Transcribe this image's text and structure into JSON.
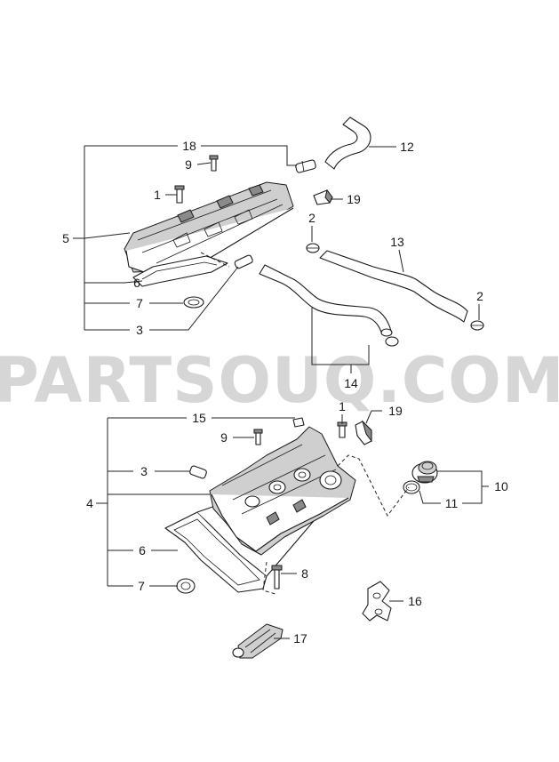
{
  "watermark": "PARTSOUQ.COM",
  "callouts": {
    "c1_top": "1",
    "c2_top": "2",
    "c2_right": "2",
    "c3_top": "3",
    "c5": "5",
    "c6_top": "6",
    "c7_top": "7",
    "c9_top": "9",
    "c12": "12",
    "c13": "13",
    "c14": "14",
    "c18": "18",
    "c19_top": "19",
    "c1_bottom": "1",
    "c3_bottom": "3",
    "c4": "4",
    "c6_bottom": "6",
    "c7_bottom": "7",
    "c8": "8",
    "c9_bottom": "9",
    "c10": "10",
    "c11": "11",
    "c15": "15",
    "c16": "16",
    "c17": "17",
    "c19_bottom": "19"
  }
}
